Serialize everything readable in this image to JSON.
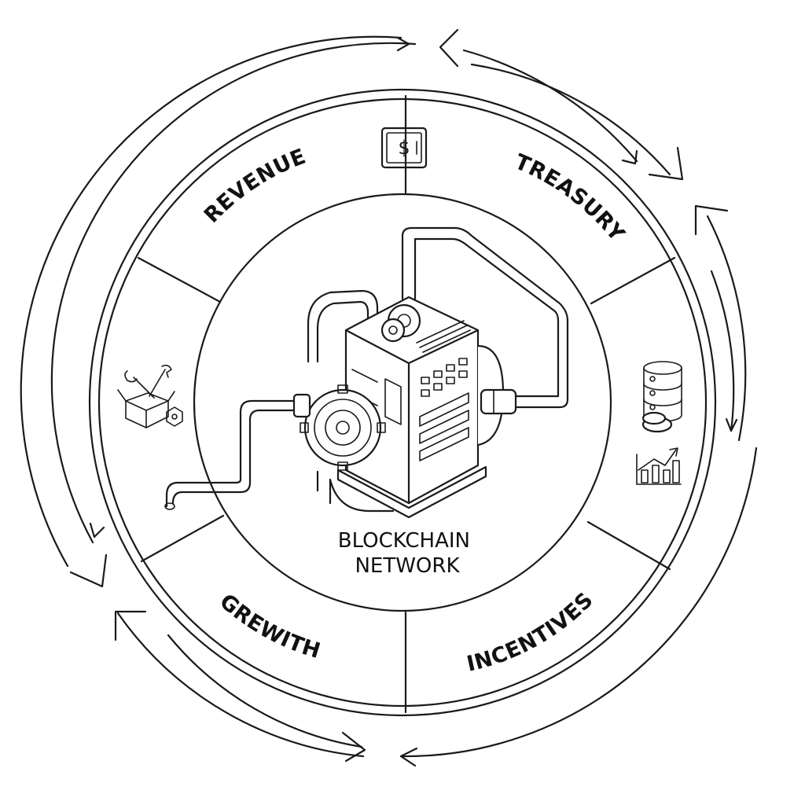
{
  "diagram": {
    "center_label": [
      "BLOCKCHAIN",
      "NETWORK"
    ],
    "segments": [
      {
        "label": "REVENUE"
      },
      {
        "label": "TREASURY"
      },
      {
        "label": "INCENTIVES"
      },
      {
        "label": "GREWITH"
      }
    ],
    "icons": [
      "safe-icon",
      "tools-box-icon",
      "coin-stack-icon",
      "growth-chart-icon",
      "machine-engine-icon"
    ],
    "colors": {
      "ink": "#1a1a1a",
      "background": "#ffffff"
    }
  }
}
